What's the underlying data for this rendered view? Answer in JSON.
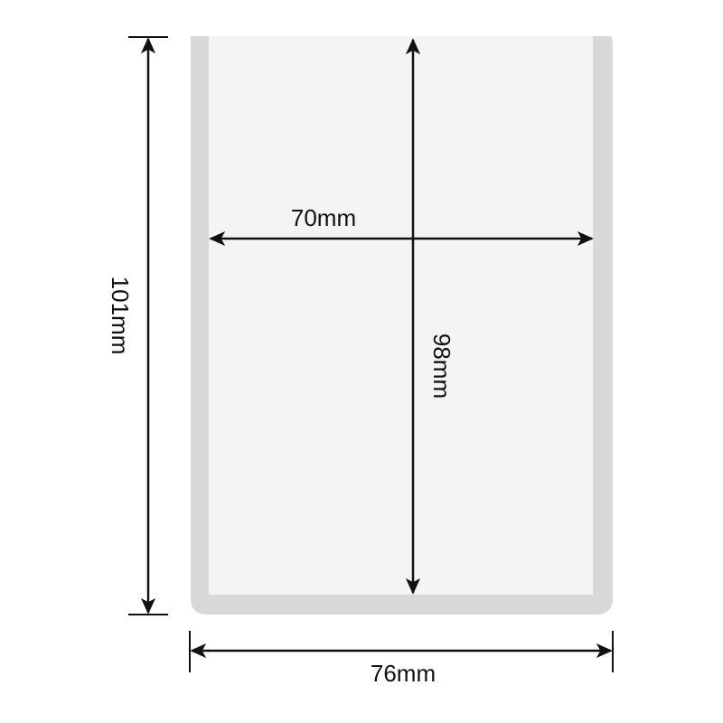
{
  "dimensions": {
    "outer_height": "101mm",
    "outer_width": "76mm",
    "inner_width": "70mm",
    "inner_height": "98mm"
  },
  "colors": {
    "frame": "#d8d8d8",
    "inner_panel": "#f4f4f4",
    "lines": "#111111",
    "background": "#ffffff"
  }
}
